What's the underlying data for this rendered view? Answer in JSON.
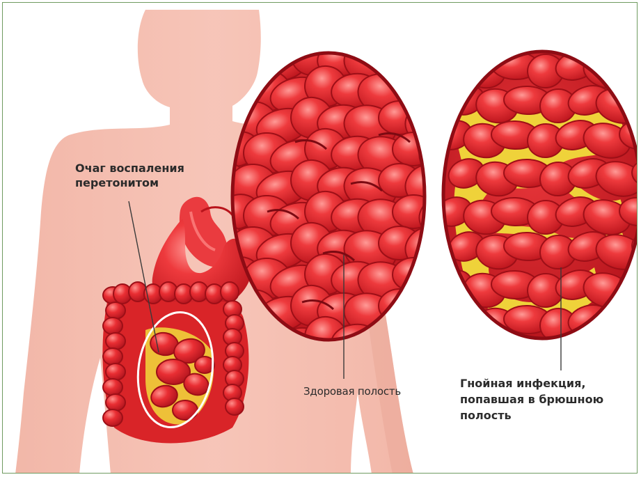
{
  "labels": {
    "inflammation_focus": "Очаг воспаления\nперетонитом",
    "healthy_cavity": "Здоровая полость",
    "purulent_infection": "Гнойная инфекция,\nпопавшая в брюшною\nполость"
  },
  "colors": {
    "skin": "#f4b7a8",
    "organ_red": "#e3262b",
    "organ_dark": "#b5121a",
    "pus_yellow": "#efd23a",
    "frame_border": "#6f9a5f",
    "text": "#2b2b2b"
  }
}
